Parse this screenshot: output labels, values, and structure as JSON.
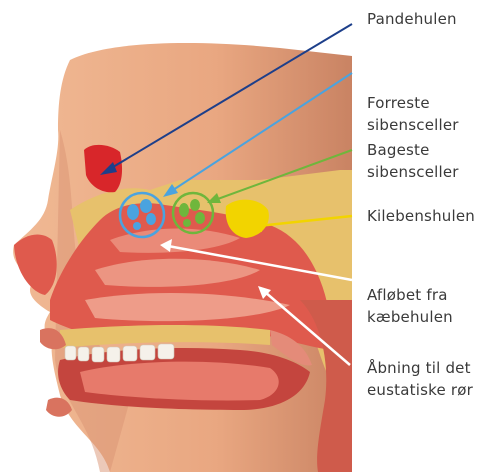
{
  "labels": {
    "frontal": {
      "lines": [
        "Pandehulen"
      ],
      "color": "#1d3f8a"
    },
    "anterior_ethmoid": {
      "lines": [
        "Forreste",
        "sibensceller"
      ],
      "color": "#4aa3df"
    },
    "posterior_ethmoid": {
      "lines": [
        "Bageste",
        "sibensceller"
      ],
      "color": "#6fb63c"
    },
    "sphenoid": {
      "lines": [
        "Kilebenshulen"
      ],
      "color": "#f2d400"
    },
    "maxillary_drain": {
      "lines": [
        "Afløbet fra",
        "kæbehulen"
      ],
      "color": "#ffffff"
    },
    "eustachian": {
      "lines": [
        "Åbning til det",
        "eustatiske rør"
      ],
      "color": "#ffffff"
    }
  },
  "colors": {
    "skin": "#e9a781",
    "skin_shadow": "#c77e5c",
    "bone": "#e7c16c",
    "mucosa": "#df5a4d",
    "frontal_sinus": "#d8262a",
    "background": "#ffffff"
  }
}
